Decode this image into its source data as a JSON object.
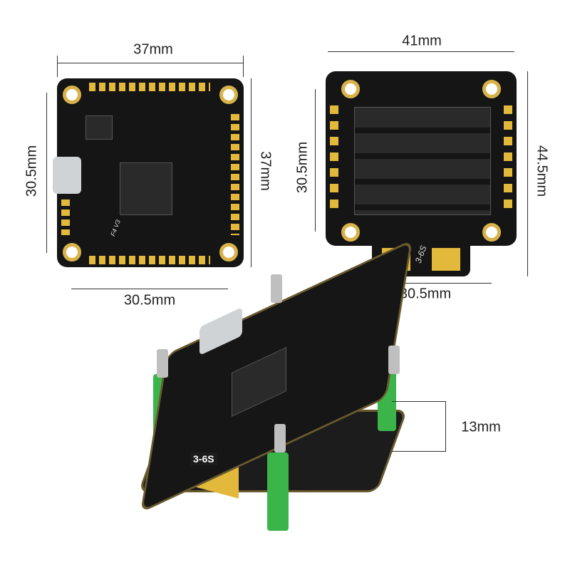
{
  "flight_controller": {
    "top_width": "37mm",
    "right_height": "37mm",
    "left_mount": "30.5mm",
    "bottom_mount": "30.5mm",
    "silk_label": "F4 V3"
  },
  "esc": {
    "top_width": "41mm",
    "right_height": "44.5mm",
    "left_mount": "30.5mm",
    "bottom_mount": "30.5mm",
    "voltage_label": "3-6S"
  },
  "stack": {
    "height": "13mm",
    "voltage_label": "3-6S"
  },
  "colors": {
    "pcb": "#151515",
    "pad": "#e3b93c",
    "standoff": "#3bb54a"
  }
}
